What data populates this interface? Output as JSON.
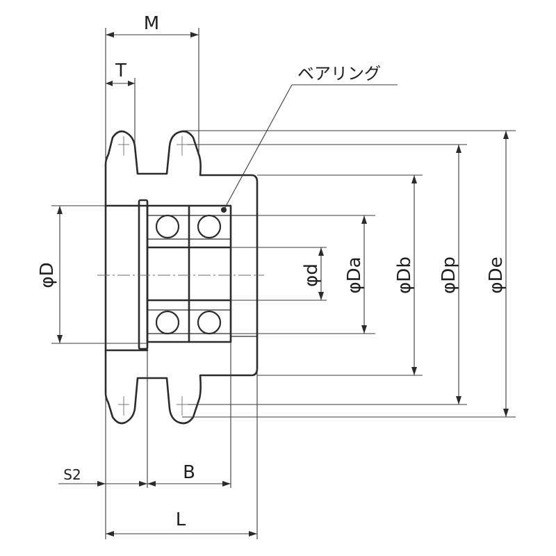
{
  "labels": {
    "M": "M",
    "T": "T",
    "bearing": "ベアリング",
    "D": "φD",
    "d": "φd",
    "Da": "φDa",
    "Db": "φDb",
    "Dp": "φDp",
    "De": "φDe",
    "S2": "S2",
    "B": "B",
    "L": "L"
  }
}
